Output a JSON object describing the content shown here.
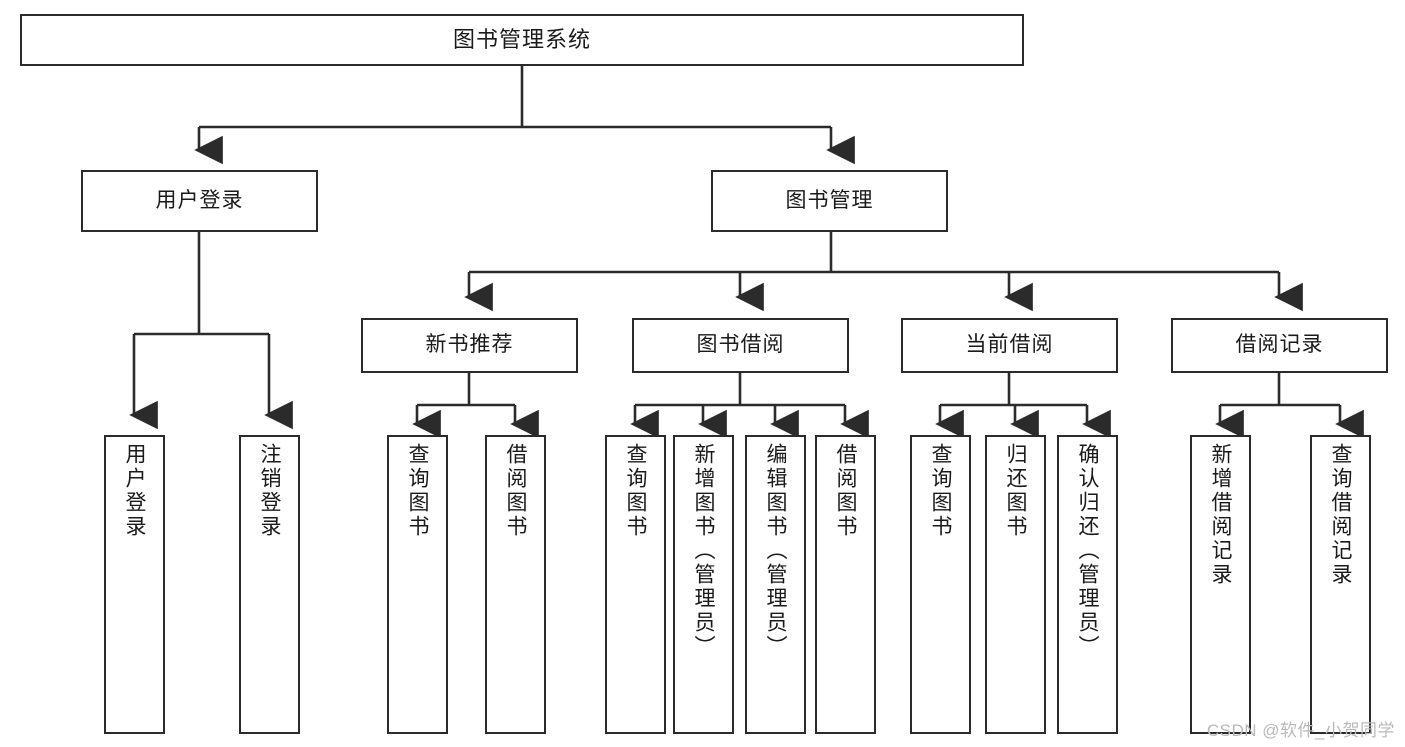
{
  "diagram": {
    "title": "图书管理系统",
    "type": "tree",
    "root": {
      "label": "图书管理系统"
    },
    "level2": [
      {
        "label": "用户登录"
      },
      {
        "label": "图书管理"
      }
    ],
    "level3": [
      {
        "label": "新书推荐"
      },
      {
        "label": "图书借阅"
      },
      {
        "label": "当前借阅"
      },
      {
        "label": "借阅记录"
      }
    ],
    "leaves": [
      {
        "label": "用户登录",
        "parent": "用户登录"
      },
      {
        "label": "注销登录",
        "parent": "用户登录"
      },
      {
        "label": "查询图书",
        "parent": "新书推荐"
      },
      {
        "label": "借阅图书",
        "parent": "新书推荐"
      },
      {
        "label": "查询图书",
        "parent": "图书借阅"
      },
      {
        "label": "新增图书（管理员）",
        "parent": "图书借阅"
      },
      {
        "label": "编辑图书（管理员）",
        "parent": "图书借阅"
      },
      {
        "label": "借阅图书",
        "parent": "图书借阅"
      },
      {
        "label": "查询图书",
        "parent": "当前借阅"
      },
      {
        "label": "归还图书",
        "parent": "当前借阅"
      },
      {
        "label": "确认归还（管理员）",
        "parent": "当前借阅"
      },
      {
        "label": "新增借阅记录",
        "parent": "借阅记录"
      },
      {
        "label": "查询借阅记录",
        "parent": "借阅记录"
      }
    ]
  },
  "watermark": {
    "text": "CSDN @软件_小贺同学"
  },
  "colors": {
    "border": "#2b2b2b",
    "background": "#ffffff",
    "text": "#1a1a1a",
    "watermark": "#b9b9b9"
  }
}
